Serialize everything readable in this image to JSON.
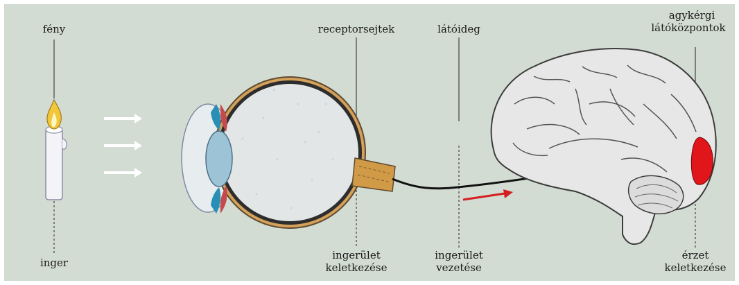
{
  "labels": {
    "light": "fény",
    "stimulus": "inger",
    "receptor_cells": "receptorsejtek",
    "optic_nerve": "látóideg",
    "cortical_centers_line1": "agykérgi",
    "cortical_centers_line2": "látóközpontok",
    "excitation_line1": "ingerület",
    "excitation_origin_line2": "keletkezése",
    "excitation_conduction_line2": "vezetése",
    "sensation_line1": "érzet",
    "sensation_line2": "keletkezése"
  },
  "colors": {
    "background": "#d3dcd3",
    "flame": "#f3c73a",
    "visual_cortex": "#e0161b",
    "arrow_red": "#d41f1f",
    "arrow_white": "#ffffff",
    "sclera_gold": "#c8963c",
    "lens_blue": "#9cc4d6"
  }
}
